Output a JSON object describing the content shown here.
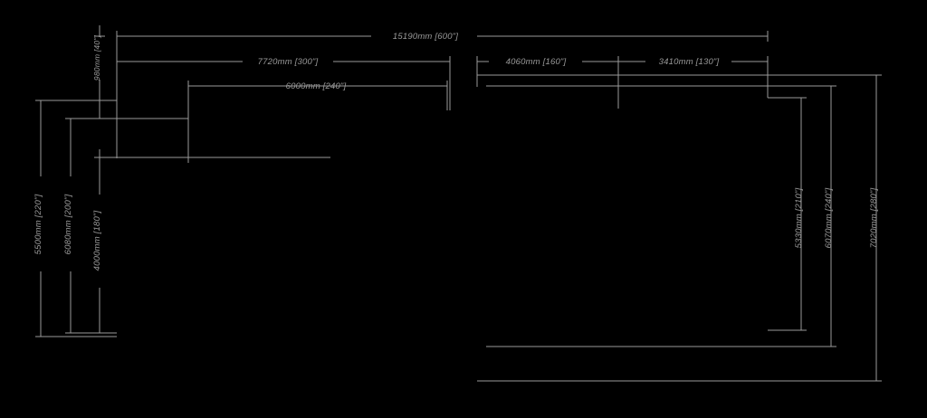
{
  "drawing": {
    "title": "floor-plan-dimension-drawing",
    "background_color": "#000000",
    "line_color": "#9a9a9a",
    "text_color": "#9a9a9a",
    "units_note": "millimeters with inches in brackets"
  },
  "horizontal_dimensions": [
    {
      "id": "overall-width",
      "label": "15190mm [600\"]"
    },
    {
      "id": "left-span",
      "label": "7720mm [300\"]"
    },
    {
      "id": "mid-span",
      "label": "4060mm [160\"]"
    },
    {
      "id": "right-span",
      "label": "3410mm [130\"]"
    },
    {
      "id": "inner-left-span",
      "label": "6000mm [240\"]"
    }
  ],
  "vertical_dimensions_left": [
    {
      "id": "left-overall-height",
      "label": "5500mm [220\"]"
    },
    {
      "id": "left-second-height",
      "label": "6080mm [200\"]"
    },
    {
      "id": "left-third-height",
      "label": "4000mm [180\"]"
    },
    {
      "id": "left-small-height",
      "label": "980mm [40\"]"
    }
  ],
  "vertical_dimensions_right": [
    {
      "id": "right-inner-height",
      "label": "5330mm [210\"]"
    },
    {
      "id": "right-middle-height",
      "label": "6070mm [240\"]"
    },
    {
      "id": "right-overall-height",
      "label": "7020mm [280\"]"
    }
  ]
}
